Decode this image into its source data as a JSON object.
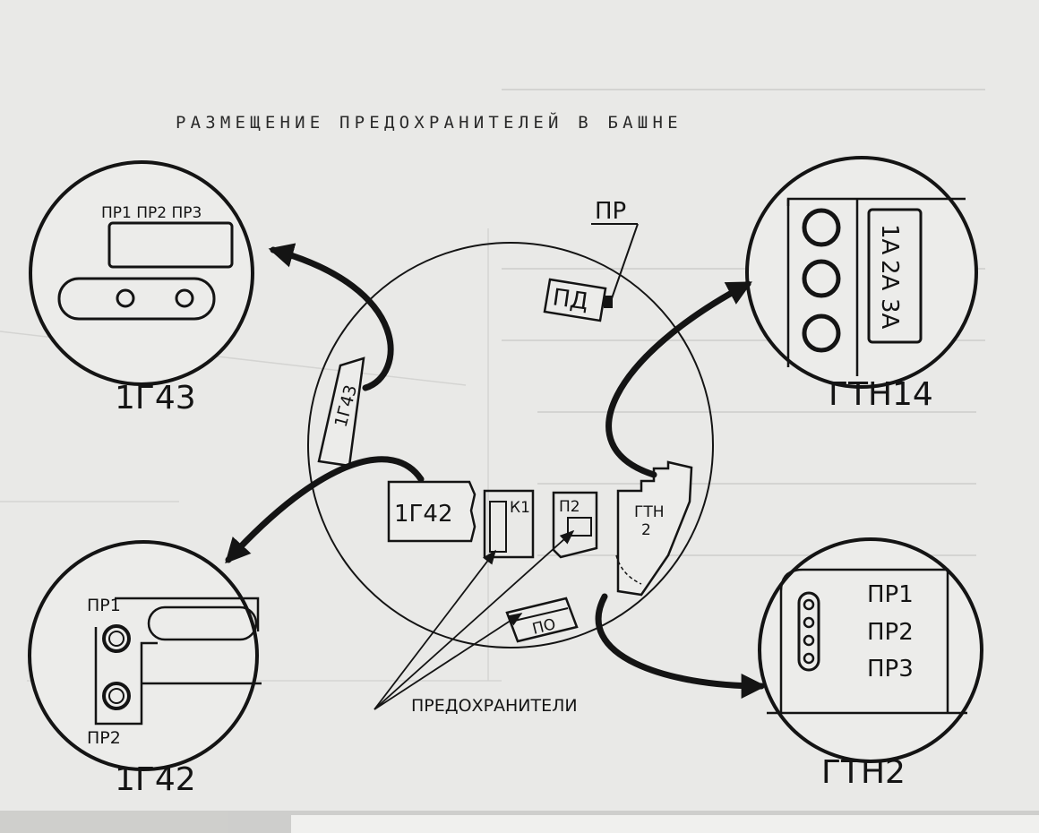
{
  "diagram": {
    "title": "РАЗМЕЩЕНИЕ ПРЕДОХРАНИТЕЛЕЙ В БАШНЕ",
    "colors": {
      "ink": "#141414",
      "paper": "#e9e9e7",
      "ghost": "#b9b9b6"
    },
    "detail_1g43": {
      "caption": "1Г43",
      "fuse_labels": "ПР1 ПР2 ПР3"
    },
    "detail_1g42": {
      "caption": "1Г42",
      "pr1": "ПР1",
      "pr2": "ПР2"
    },
    "detail_gtn14": {
      "caption": "ГТН14",
      "labels": [
        "1А",
        "2А",
        "3А"
      ]
    },
    "detail_gtn2": {
      "caption": "ГТН2",
      "labels": [
        "ПР1",
        "ПР2",
        "ПР3"
      ]
    },
    "turret": {
      "block_1g43": "1Г43",
      "block_1g42": "1Г42",
      "block_k1": "К1",
      "block_p2": "П2",
      "block_gtn2_top": "ГТН",
      "block_gtn2_bottom": "2",
      "block_po": "ПО",
      "block_pd": "ПД",
      "label_pr": "ПР",
      "label_fuses": "ПРЕДОХРАНИТЕЛИ"
    }
  }
}
